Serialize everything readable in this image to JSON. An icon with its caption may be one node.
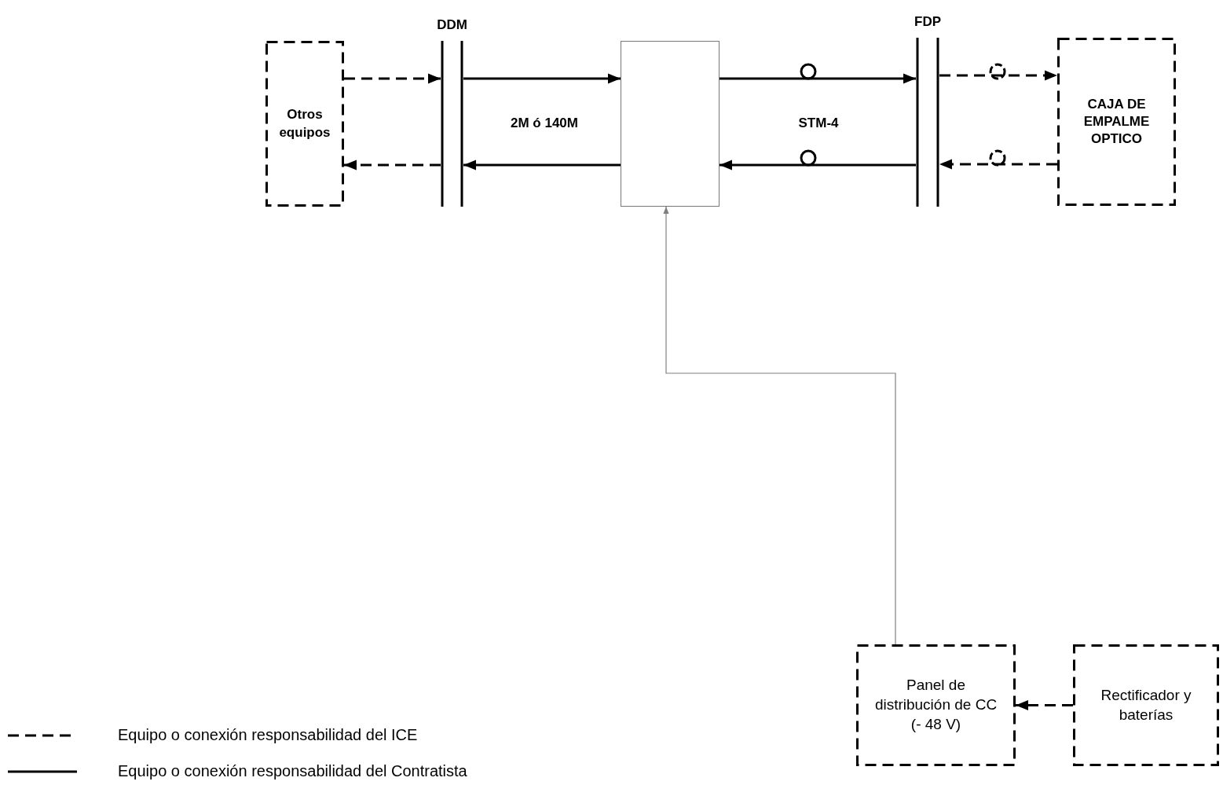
{
  "diagram": {
    "nodes": [
      {
        "text": [
          "Otros equipos"
        ]
      },
      {
        "text": [
          "DDM"
        ]
      },
      {
        "text": [],
        "shape": "box"
      },
      {
        "text": [
          "FDP"
        ]
      },
      {
        "text": [
          "CAJA DE EMPALME OPTICO"
        ]
      },
      {
        "text": [
          "Panel de distribución de CC (- 48 V)"
        ]
      },
      {
        "text": [
          "Rectificador y baterías"
        ]
      }
    ],
    "edges": [
      {
        "from": 0,
        "to": 1,
        "arrow": "to",
        "style": "dashed"
      },
      {
        "from": 1,
        "to": 2,
        "arrow": "to"
      },
      {
        "from": 2,
        "to": 1,
        "arrow": "to"
      },
      {
        "from": 1,
        "to": 0,
        "arrow": "to",
        "style": "dashed"
      },
      {
        "from": 2,
        "to": 3,
        "arrow": "to"
      },
      {
        "from": 3,
        "to": 2,
        "arrow": "to"
      },
      {
        "from": 3,
        "to": 4,
        "arrow": "to",
        "style": "dashed"
      },
      {
        "from": 4,
        "to": 3,
        "arrow": "to",
        "style": "dashed"
      },
      {
        "from": 5,
        "to": 2,
        "arrow": "to",
        "color": "#808080"
      },
      {
        "from": 6,
        "to": 5,
        "arrow": "to",
        "style": "dashed"
      }
    ],
    "labels": [
      "2M ó 140M",
      "STM-4"
    ],
    "legend": [
      {
        "text": "Equipo o conexión responsabilidad del ICE"
      },
      {
        "text": "Equipo o conexión responsabilidad del Contratista"
      }
    ]
  }
}
